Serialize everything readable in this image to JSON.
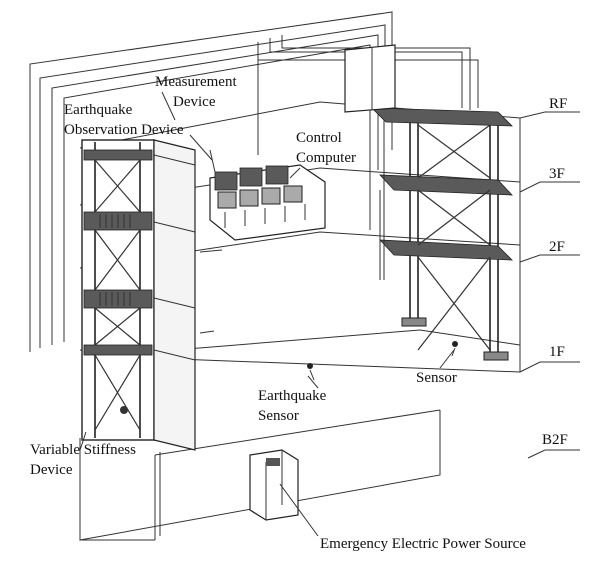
{
  "labels": {
    "measurement_line1": "Measurement",
    "measurement_line2": "Device",
    "eq_obs_line1": "Earthquake",
    "eq_obs_line2": "Observation Device",
    "control_line1": "Control",
    "control_line2": "Computer",
    "eq_sensor_line1": "Earthquake",
    "eq_sensor_line2": "Sensor",
    "sensor": "Sensor",
    "var_stiff_line1": "Variable Stiffness",
    "var_stiff_line2": "Device",
    "emergency": "Emergency Electric Power Source"
  },
  "floors": {
    "rf": "RF",
    "f3": "3F",
    "f2": "2F",
    "f1": "1F",
    "b2f": "B2F"
  }
}
